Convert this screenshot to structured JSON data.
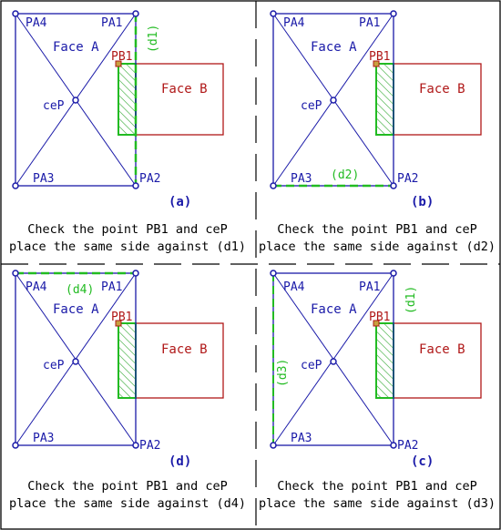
{
  "colors": {
    "blue": "#1a1aa8",
    "red": "#b01818",
    "green": "#22bb22",
    "black": "#000000",
    "hatch": "#2aa52a",
    "marker_fill": "#c8a040"
  },
  "labels": {
    "pa1": "PA1",
    "pa2": "PA2",
    "pa3": "PA3",
    "pa4": "PA4",
    "pb1": "PB1",
    "cep": "ceP",
    "face_a": "Face A",
    "face_b": "Face B"
  },
  "panels": [
    {
      "letter": "(a)",
      "dim": "(d1)",
      "caption_line1": "Check the point PB1 and ceP",
      "caption_line2": "place the same side against (d1)"
    },
    {
      "letter": "(b)",
      "dim": "(d2)",
      "caption_line1": "Check the point PB1 and ceP",
      "caption_line2": "place the same side against (d2)"
    },
    {
      "letter": "(d)",
      "dim": "(d4)",
      "caption_line1": "Check the point PB1 and ceP",
      "caption_line2": "place the same side against (d4)"
    },
    {
      "letter": "(c)",
      "dim": "(d3)",
      "dim_extra": "(d1)",
      "caption_line1": "Check the point PB1 and ceP",
      "caption_line2": "place the same side against (d3)"
    }
  ]
}
